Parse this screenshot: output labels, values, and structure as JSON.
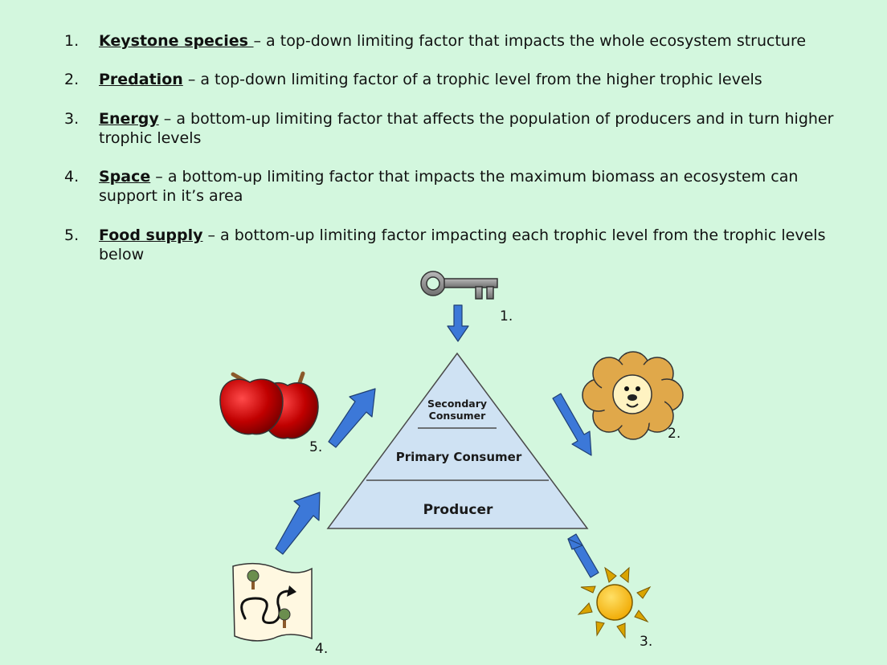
{
  "factors": [
    {
      "num": "1.",
      "term": "Keystone species ",
      "desc": "– a top-down limiting factor that impacts the whole ecosystem structure"
    },
    {
      "num": "2.",
      "term": "Predation",
      "desc": " – a top-down limiting factor of a trophic level from the higher trophic levels"
    },
    {
      "num": "3.",
      "term": "Energy",
      "desc": " – a bottom-up limiting factor that affects the population of producers and in turn higher trophic levels"
    },
    {
      "num": "4.",
      "term": "Space",
      "desc": " – a bottom-up limiting factor that impacts the maximum biomass an ecosystem can support in it’s area"
    },
    {
      "num": "5.",
      "term": "Food supply",
      "desc": " – a bottom-up limiting factor impacting each trophic level from the trophic levels below"
    }
  ],
  "pyramid": {
    "top_line1": "Secondary",
    "top_line2": "Consumer",
    "middle": "Primary Consumer",
    "bottom": "Producer"
  },
  "labels": {
    "key": "1.",
    "lion": "2.",
    "sun": "3.",
    "map": "4.",
    "apples": "5."
  },
  "icons": [
    "key-icon",
    "lion-icon",
    "sun-icon",
    "map-icon",
    "apple-icon",
    "arrow-icon"
  ],
  "colors": {
    "background": "#d3f7de",
    "pyramid_fill": "#cfe2f3",
    "arrow": "#3c78d8",
    "apple": "#c00000",
    "lion_mane": "#e0a84a",
    "sun": "#f5b800"
  }
}
